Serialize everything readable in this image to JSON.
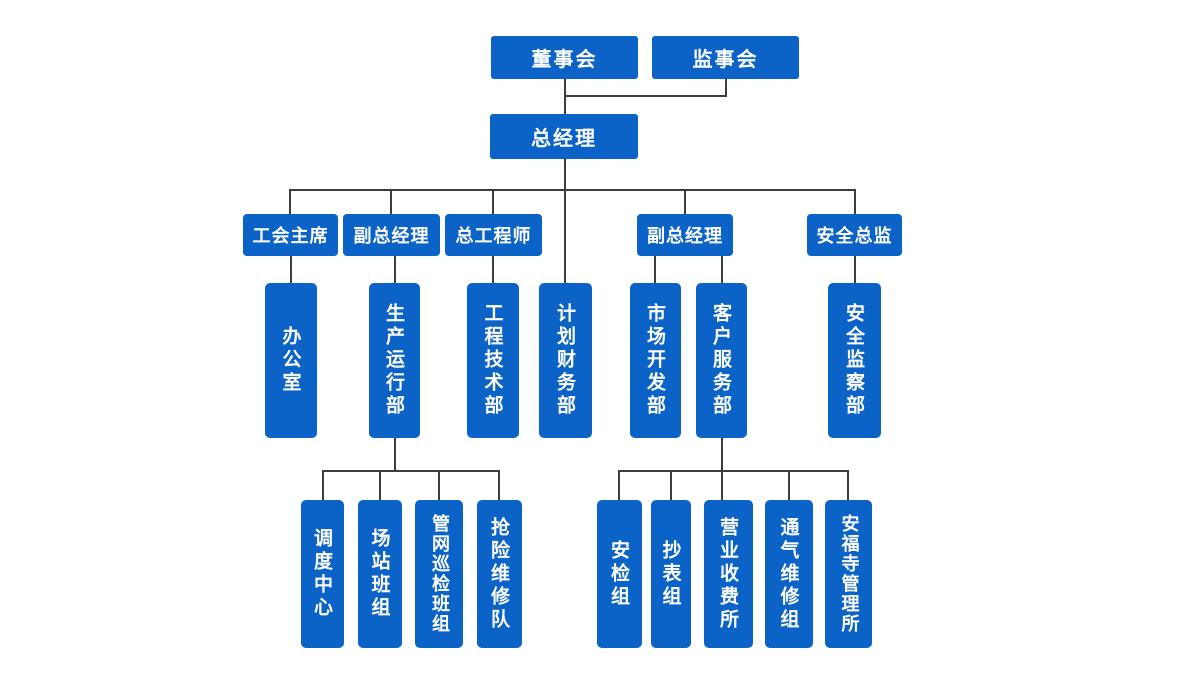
{
  "diagram": {
    "type": "org-chart",
    "background_color": "#ffffff",
    "node_color": "#0c63c7",
    "node_text_color": "#ffffff",
    "connector_color": "#3d3d3d",
    "nodes": {
      "board_of_directors": "董事会",
      "supervisory_board": "监事会",
      "general_manager": "总经理",
      "union_chairman": "工会主席",
      "deputy_general_manager_left": "副总经理",
      "chief_engineer": "总工程师",
      "deputy_general_manager_right": "副总经理",
      "safety_director": "安全总监",
      "office": "办公室",
      "production_operation_dept": "生产运行部",
      "engineering_technology_dept": "工程技术部",
      "planning_finance_dept": "计划财务部",
      "market_development_dept": "市场开发部",
      "customer_service_dept": "客户服务部",
      "safety_supervision_dept": "安全监察部",
      "dispatch_center": "调度中心",
      "station_team": "场站班组",
      "pipeline_inspection_team": "管网巡检班组",
      "emergency_repair_team": "抢险维修队",
      "safety_inspection_group": "安检组",
      "meter_reading_group": "抄表组",
      "business_billing_office": "营业收费所",
      "gas_supply_maintenance_group": "通气维修组",
      "anfusi_management_office": "安福寺管理所"
    }
  }
}
